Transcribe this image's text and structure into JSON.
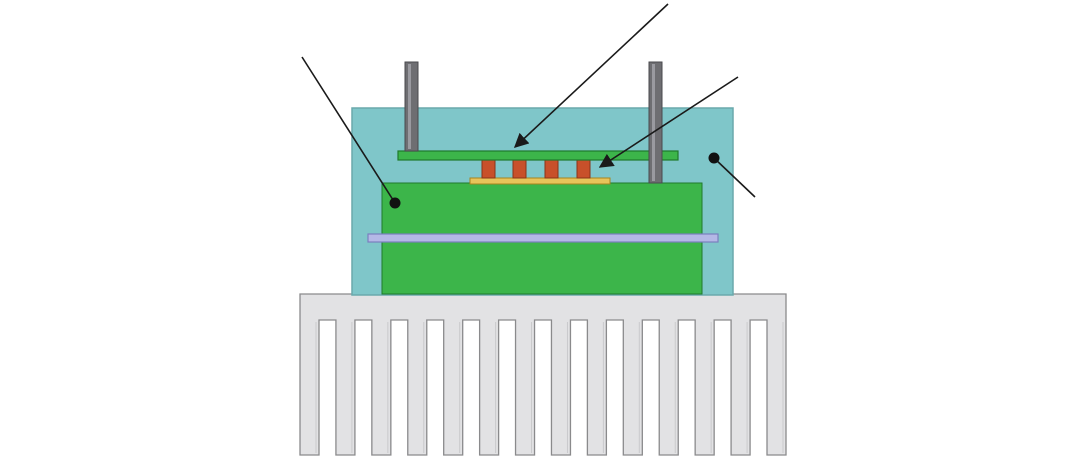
{
  "diagram": {
    "components": [
      "enclosure",
      "top-circuit-board",
      "bonding-pad",
      "copper-pillars",
      "mounting-posts",
      "green-block-upper",
      "separator-plate",
      "green-block-lower",
      "heat-sink"
    ],
    "pointer_lines": 4,
    "pillar_count": 4,
    "heat_sink_fin_count": 14,
    "colors": {
      "enclosure": "#7fc6c9",
      "enclosure_stroke": "#6aa9ac",
      "circuit_board": "#3cb54a",
      "circuit_board_stroke": "#1f7a2c",
      "pillar": "#c8502a",
      "pillar_stroke": "#8a3318",
      "pad": "#e8c45a",
      "pad_stroke": "#a8841c",
      "post": "#6e6e72",
      "post_highlight": "#9a9aa0",
      "green_block": "#3cb54a",
      "separator": "#b4b8e6",
      "separator_stroke": "#7a7fbf",
      "heat_sink": "#e2e2e4",
      "heat_sink_stroke": "#8a8a8c",
      "pointer": "#1a1a1a",
      "marker": "#111111"
    }
  }
}
